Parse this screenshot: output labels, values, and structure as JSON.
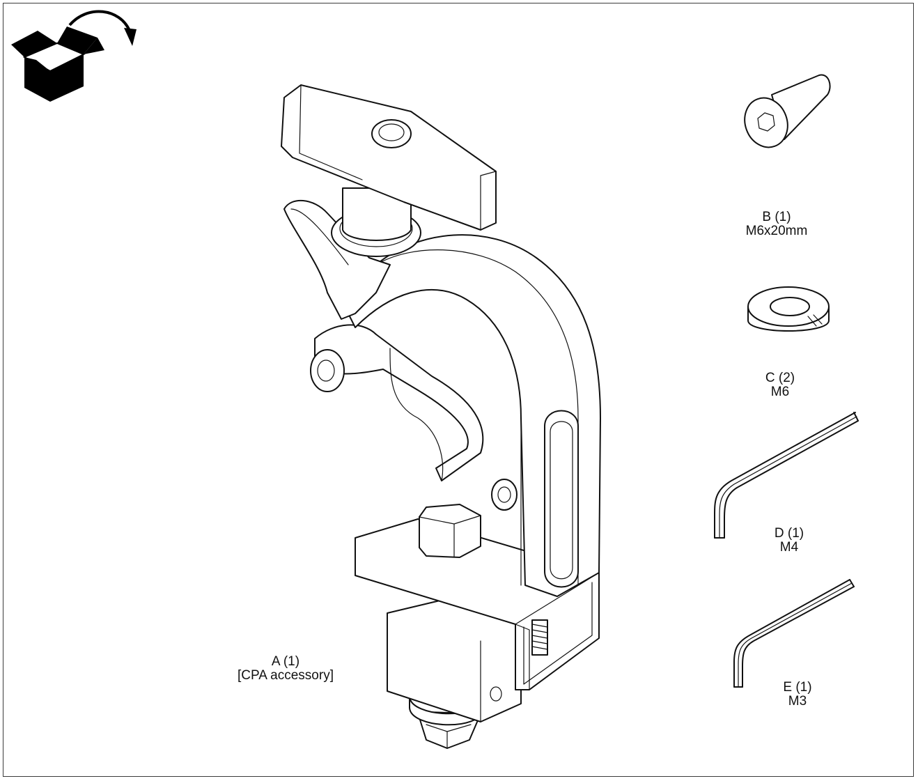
{
  "parts": [
    {
      "id": "A",
      "qty": "(1)",
      "spec": "[CPA accessory]"
    },
    {
      "id": "B",
      "qty": "(1)",
      "spec": "M6x20mm"
    },
    {
      "id": "C",
      "qty": "(2)",
      "spec": "M6"
    },
    {
      "id": "D",
      "qty": "(1)",
      "spec": "M4"
    },
    {
      "id": "E",
      "qty": "(1)",
      "spec": "M3"
    }
  ],
  "icons": {
    "unpack": "open-box-with-arrow-icon"
  }
}
